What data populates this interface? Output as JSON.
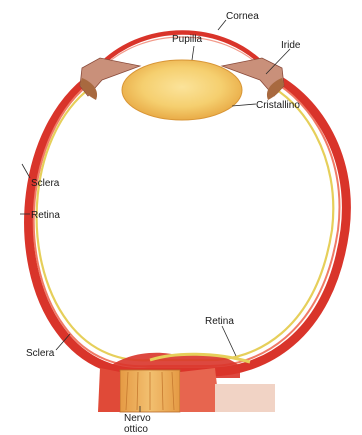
{
  "labels": {
    "cornea": "Cornea",
    "pupilla": "Pupilla",
    "iride": "Iride",
    "cristallino": "Cristallino",
    "sclera_upper": "Sclera",
    "retina_left": "Retina",
    "retina_bottom": "Retina",
    "sclera_lower": "Sclera",
    "nervo_line1": "Nervo",
    "nervo_line2": "ottico"
  },
  "colors": {
    "sclera": "#d9342a",
    "sclera_light": "#ee6a58",
    "retina": "#e6cf5a",
    "lens_center": "#f7d87a",
    "lens_edge": "#e8a640",
    "iris": "#c9907a",
    "nerve": "#e3a35a"
  }
}
